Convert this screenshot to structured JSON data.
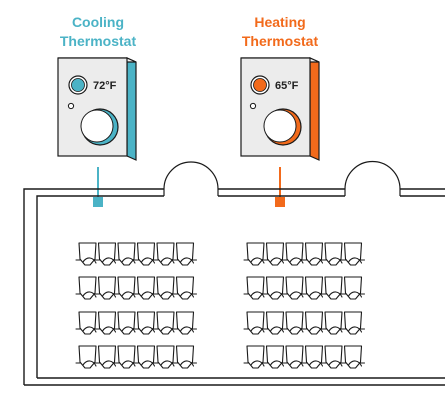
{
  "thermostats": {
    "cooling": {
      "title_line1": "Cooling",
      "title_line2": "Thermostat",
      "temperature": "72°F",
      "color": "#4BB3C6"
    },
    "heating": {
      "title_line1": "Heating",
      "title_line2": "Thermostat",
      "temperature": "65°F",
      "color": "#F26A1B"
    }
  },
  "room": {
    "seating_blocks": 2,
    "rows_per_block": 4,
    "seats_per_row": 6,
    "doors": 2
  }
}
